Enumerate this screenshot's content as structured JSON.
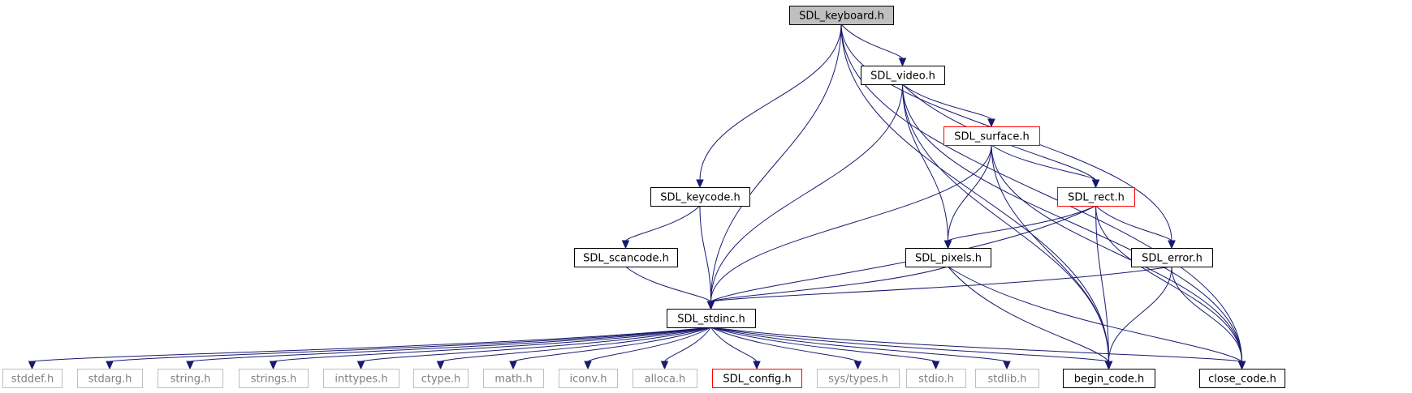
{
  "diagram": {
    "type": "include-dependency-graph",
    "colors": {
      "edge": "#191970",
      "root_fill": "#bfbfbf",
      "normal_border": "#000000",
      "truncated_border": "#ff0000",
      "external_border": "#bfbfbf",
      "external_text": "#808080",
      "normal_text": "#000000"
    },
    "nodes": [
      {
        "id": "sdl_keyboard",
        "label": "SDL_keyboard.h",
        "kind": "root"
      },
      {
        "id": "sdl_video",
        "label": "SDL_video.h",
        "kind": "normal"
      },
      {
        "id": "sdl_surface",
        "label": "SDL_surface.h",
        "kind": "truncated"
      },
      {
        "id": "sdl_keycode",
        "label": "SDL_keycode.h",
        "kind": "normal"
      },
      {
        "id": "sdl_rect",
        "label": "SDL_rect.h",
        "kind": "truncated"
      },
      {
        "id": "sdl_scancode",
        "label": "SDL_scancode.h",
        "kind": "normal"
      },
      {
        "id": "sdl_pixels",
        "label": "SDL_pixels.h",
        "kind": "normal"
      },
      {
        "id": "sdl_error",
        "label": "SDL_error.h",
        "kind": "normal"
      },
      {
        "id": "sdl_stdinc",
        "label": "SDL_stdinc.h",
        "kind": "normal"
      },
      {
        "id": "stddef",
        "label": "stddef.h",
        "kind": "external"
      },
      {
        "id": "stdarg",
        "label": "stdarg.h",
        "kind": "external"
      },
      {
        "id": "string",
        "label": "string.h",
        "kind": "external"
      },
      {
        "id": "strings",
        "label": "strings.h",
        "kind": "external"
      },
      {
        "id": "inttypes",
        "label": "inttypes.h",
        "kind": "external"
      },
      {
        "id": "ctype",
        "label": "ctype.h",
        "kind": "external"
      },
      {
        "id": "math",
        "label": "math.h",
        "kind": "external"
      },
      {
        "id": "iconv",
        "label": "iconv.h",
        "kind": "external"
      },
      {
        "id": "alloca",
        "label": "alloca.h",
        "kind": "external"
      },
      {
        "id": "sdl_config",
        "label": "SDL_config.h",
        "kind": "truncated"
      },
      {
        "id": "systypes",
        "label": "sys/types.h",
        "kind": "external"
      },
      {
        "id": "stdio",
        "label": "stdio.h",
        "kind": "external"
      },
      {
        "id": "stdlib",
        "label": "stdlib.h",
        "kind": "external"
      },
      {
        "id": "begin_code",
        "label": "begin_code.h",
        "kind": "normal"
      },
      {
        "id": "close_code",
        "label": "close_code.h",
        "kind": "normal"
      }
    ],
    "edges": [
      {
        "from": "sdl_keyboard",
        "to": "sdl_stdinc"
      },
      {
        "from": "sdl_keyboard",
        "to": "sdl_keycode"
      },
      {
        "from": "sdl_keyboard",
        "to": "begin_code"
      },
      {
        "from": "sdl_keyboard",
        "to": "sdl_video"
      },
      {
        "from": "sdl_keyboard",
        "to": "sdl_error"
      },
      {
        "from": "sdl_keyboard",
        "to": "close_code"
      },
      {
        "from": "sdl_video",
        "to": "sdl_stdinc"
      },
      {
        "from": "sdl_video",
        "to": "begin_code"
      },
      {
        "from": "sdl_video",
        "to": "sdl_pixels"
      },
      {
        "from": "sdl_video",
        "to": "sdl_surface"
      },
      {
        "from": "sdl_video",
        "to": "sdl_rect"
      },
      {
        "from": "sdl_video",
        "to": "close_code"
      },
      {
        "from": "sdl_surface",
        "to": "sdl_stdinc"
      },
      {
        "from": "sdl_surface",
        "to": "sdl_pixels"
      },
      {
        "from": "sdl_surface",
        "to": "begin_code"
      },
      {
        "from": "sdl_surface",
        "to": "sdl_rect"
      },
      {
        "from": "sdl_surface",
        "to": "close_code"
      },
      {
        "from": "sdl_keycode",
        "to": "sdl_scancode"
      },
      {
        "from": "sdl_keycode",
        "to": "sdl_stdinc"
      },
      {
        "from": "sdl_scancode",
        "to": "sdl_stdinc"
      },
      {
        "from": "sdl_rect",
        "to": "sdl_pixels"
      },
      {
        "from": "sdl_rect",
        "to": "sdl_stdinc"
      },
      {
        "from": "sdl_rect",
        "to": "sdl_error"
      },
      {
        "from": "sdl_rect",
        "to": "begin_code"
      },
      {
        "from": "sdl_rect",
        "to": "close_code"
      },
      {
        "from": "sdl_pixels",
        "to": "sdl_stdinc"
      },
      {
        "from": "sdl_pixels",
        "to": "begin_code"
      },
      {
        "from": "sdl_pixels",
        "to": "close_code"
      },
      {
        "from": "sdl_error",
        "to": "sdl_stdinc"
      },
      {
        "from": "sdl_error",
        "to": "begin_code"
      },
      {
        "from": "sdl_error",
        "to": "close_code"
      },
      {
        "from": "sdl_stdinc",
        "to": "stddef"
      },
      {
        "from": "sdl_stdinc",
        "to": "stdarg"
      },
      {
        "from": "sdl_stdinc",
        "to": "string"
      },
      {
        "from": "sdl_stdinc",
        "to": "strings"
      },
      {
        "from": "sdl_stdinc",
        "to": "inttypes"
      },
      {
        "from": "sdl_stdinc",
        "to": "ctype"
      },
      {
        "from": "sdl_stdinc",
        "to": "math"
      },
      {
        "from": "sdl_stdinc",
        "to": "iconv"
      },
      {
        "from": "sdl_stdinc",
        "to": "alloca"
      },
      {
        "from": "sdl_stdinc",
        "to": "sdl_config"
      },
      {
        "from": "sdl_stdinc",
        "to": "systypes"
      },
      {
        "from": "sdl_stdinc",
        "to": "stdio"
      },
      {
        "from": "sdl_stdinc",
        "to": "stdlib"
      },
      {
        "from": "sdl_stdinc",
        "to": "begin_code"
      },
      {
        "from": "sdl_stdinc",
        "to": "close_code"
      }
    ]
  }
}
